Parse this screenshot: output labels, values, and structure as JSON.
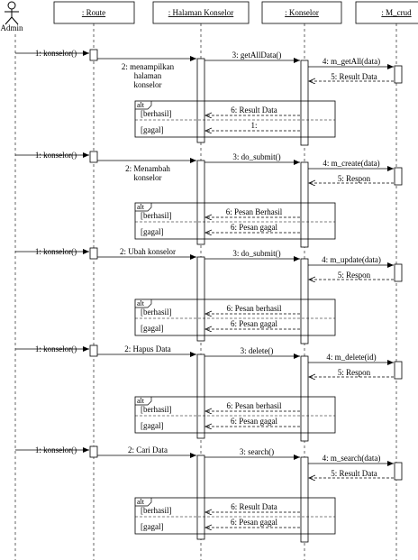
{
  "actor": {
    "name": "Admin"
  },
  "lifelines": [
    {
      "id": "route",
      "label": ": Route"
    },
    {
      "id": "halaman",
      "label": ": Halaman Konselor"
    },
    {
      "id": "konselor",
      "label": ": Konselor"
    },
    {
      "id": "mcrud",
      "label": ": M_crud"
    }
  ],
  "sections": [
    {
      "id": "tampil",
      "messages": [
        {
          "id": "m1",
          "text": "1: konselor()"
        },
        {
          "id": "m2",
          "lines": [
            "2: menampilkan",
            "halaman",
            "konselor"
          ]
        },
        {
          "id": "m3",
          "text": "3: getAllData()"
        },
        {
          "id": "m4",
          "text": "4: m_getAll(data)"
        },
        {
          "id": "m5",
          "text": "5: Result Data"
        }
      ],
      "alt": {
        "label": "alt",
        "guards": [
          "[berhasil]",
          "[gagal]"
        ],
        "returns": [
          "6: Result Data",
          "1:"
        ]
      }
    },
    {
      "id": "tambah",
      "messages": [
        {
          "id": "m1",
          "text": "1: konselor()"
        },
        {
          "id": "m2",
          "lines": [
            "2: Menambah",
            "konselor"
          ]
        },
        {
          "id": "m3",
          "text": "3: do_submit()"
        },
        {
          "id": "m4",
          "text": "4: m_create(data)"
        },
        {
          "id": "m5",
          "text": "5: Respon"
        }
      ],
      "alt": {
        "label": "alt",
        "guards": [
          "[berhasil]",
          "[gagal]"
        ],
        "returns": [
          "6: Pesan Berhasil",
          "6: Pesan gagal"
        ]
      }
    },
    {
      "id": "ubah",
      "messages": [
        {
          "id": "m1",
          "text": "1: konselor()"
        },
        {
          "id": "m2",
          "text": "2: Ubah konselor"
        },
        {
          "id": "m3",
          "text": "3: do_submit()"
        },
        {
          "id": "m4",
          "text": "4: m_update(data)"
        },
        {
          "id": "m5",
          "text": "5: Respon"
        }
      ],
      "alt": {
        "label": "alt",
        "guards": [
          "[berhasil]",
          "[gagal]"
        ],
        "returns": [
          "6: Pesan berhasil",
          "6: Pesan gagal"
        ]
      }
    },
    {
      "id": "hapus",
      "messages": [
        {
          "id": "m1",
          "text": "1: konselor()"
        },
        {
          "id": "m2",
          "text": "2: Hapus Data"
        },
        {
          "id": "m3",
          "text": "3: delete()"
        },
        {
          "id": "m4",
          "text": "4: m_delete(id)"
        },
        {
          "id": "m5",
          "text": "5: Respon"
        }
      ],
      "alt": {
        "label": "alt",
        "guards": [
          "[berhasil]",
          "[gagal]"
        ],
        "returns": [
          "6: Pesan berhasil",
          "6: Pesan gagal"
        ]
      }
    },
    {
      "id": "cari",
      "messages": [
        {
          "id": "m1",
          "text": "1: konselor()"
        },
        {
          "id": "m2",
          "text": "2: Cari Data"
        },
        {
          "id": "m3",
          "text": "3: search()"
        },
        {
          "id": "m4",
          "text": "4: m_search(data)"
        },
        {
          "id": "m5",
          "text": "5: Result Data"
        }
      ],
      "alt": {
        "label": "alt",
        "guards": [
          "[berhasil]",
          "[gagal]"
        ],
        "returns": [
          "6: Result Data",
          "6: Pesan gagal"
        ]
      }
    }
  ]
}
